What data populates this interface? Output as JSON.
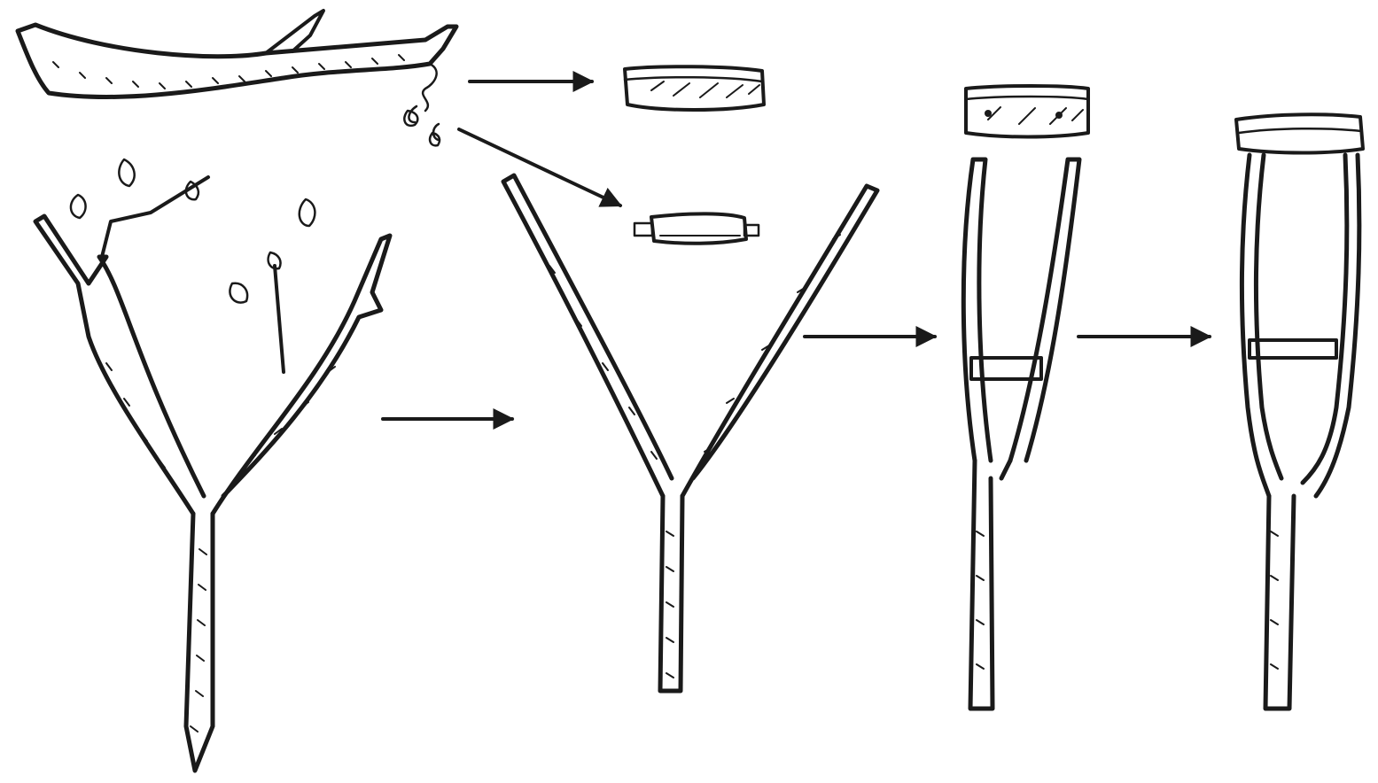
{
  "diagram": {
    "steps": [
      {
        "id": "forked-branch",
        "icon": "forked-branch-with-leaves"
      },
      {
        "id": "trimmed-fork",
        "icon": "trimmed-y-fork"
      },
      {
        "id": "assembled-frame",
        "icon": "crutch-frame-parts"
      },
      {
        "id": "finished-crutch",
        "icon": "finished-crutch"
      }
    ],
    "parts": [
      {
        "id": "straight-branch",
        "icon": "straight-branch-with-tendril"
      },
      {
        "id": "armrest-pad",
        "icon": "armrest-block"
      },
      {
        "id": "hand-grip",
        "icon": "handle-rod"
      }
    ],
    "arrows": [
      "branch-to-armrest",
      "branch-to-handle",
      "fork-to-trimmed",
      "trimmed-to-frame",
      "frame-to-crutch"
    ],
    "colors": {
      "ink": "#1a1a1a",
      "background": "#ffffff"
    }
  }
}
